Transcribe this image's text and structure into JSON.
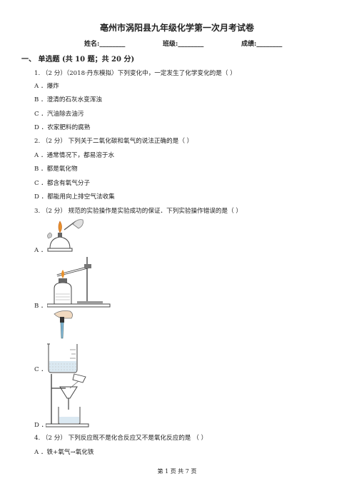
{
  "title": "亳州市涡阳县九年级化学第一次月考试卷",
  "header": {
    "name_label": "姓名:",
    "class_label": "班级:",
    "score_label": "成绩:",
    "blank": "________"
  },
  "section1": {
    "heading": "一、  单选题 (共 10 题；共 20 分)"
  },
  "questions": [
    {
      "stem": "1. （2 分）（2018·丹东模拟）下列变化中，一定发生了化学变化的是（      ）",
      "options": [
        "A ．爆炸",
        "B ．澄清的石灰水变浑浊",
        "C ．汽油除去油污",
        "D ．农家肥料的腐熟"
      ]
    },
    {
      "stem": "2. （2 分）  下列关于二氧化碳和氧气的说法正确的是（      ）",
      "options": [
        "A ．通常情况下，都易溶于水",
        "B ．都是氧化物",
        "C ．都含有氧气分子",
        "D ．都能用向上排空气法收集"
      ]
    },
    {
      "stem": "3. （2 分）  规范的实验操作是实验成功的保证．下列实验操作错误的是（      ）",
      "options": [
        "A ．",
        "B ．",
        "C ．",
        "D ．"
      ]
    },
    {
      "stem": "4. （2 分）  下列反应既不是化合反应又不是氧化反应的是      （      ）",
      "options": [
        "A ．铁+氧气→氧化铁"
      ]
    }
  ],
  "footer": "第  1  页  共  7  页"
}
